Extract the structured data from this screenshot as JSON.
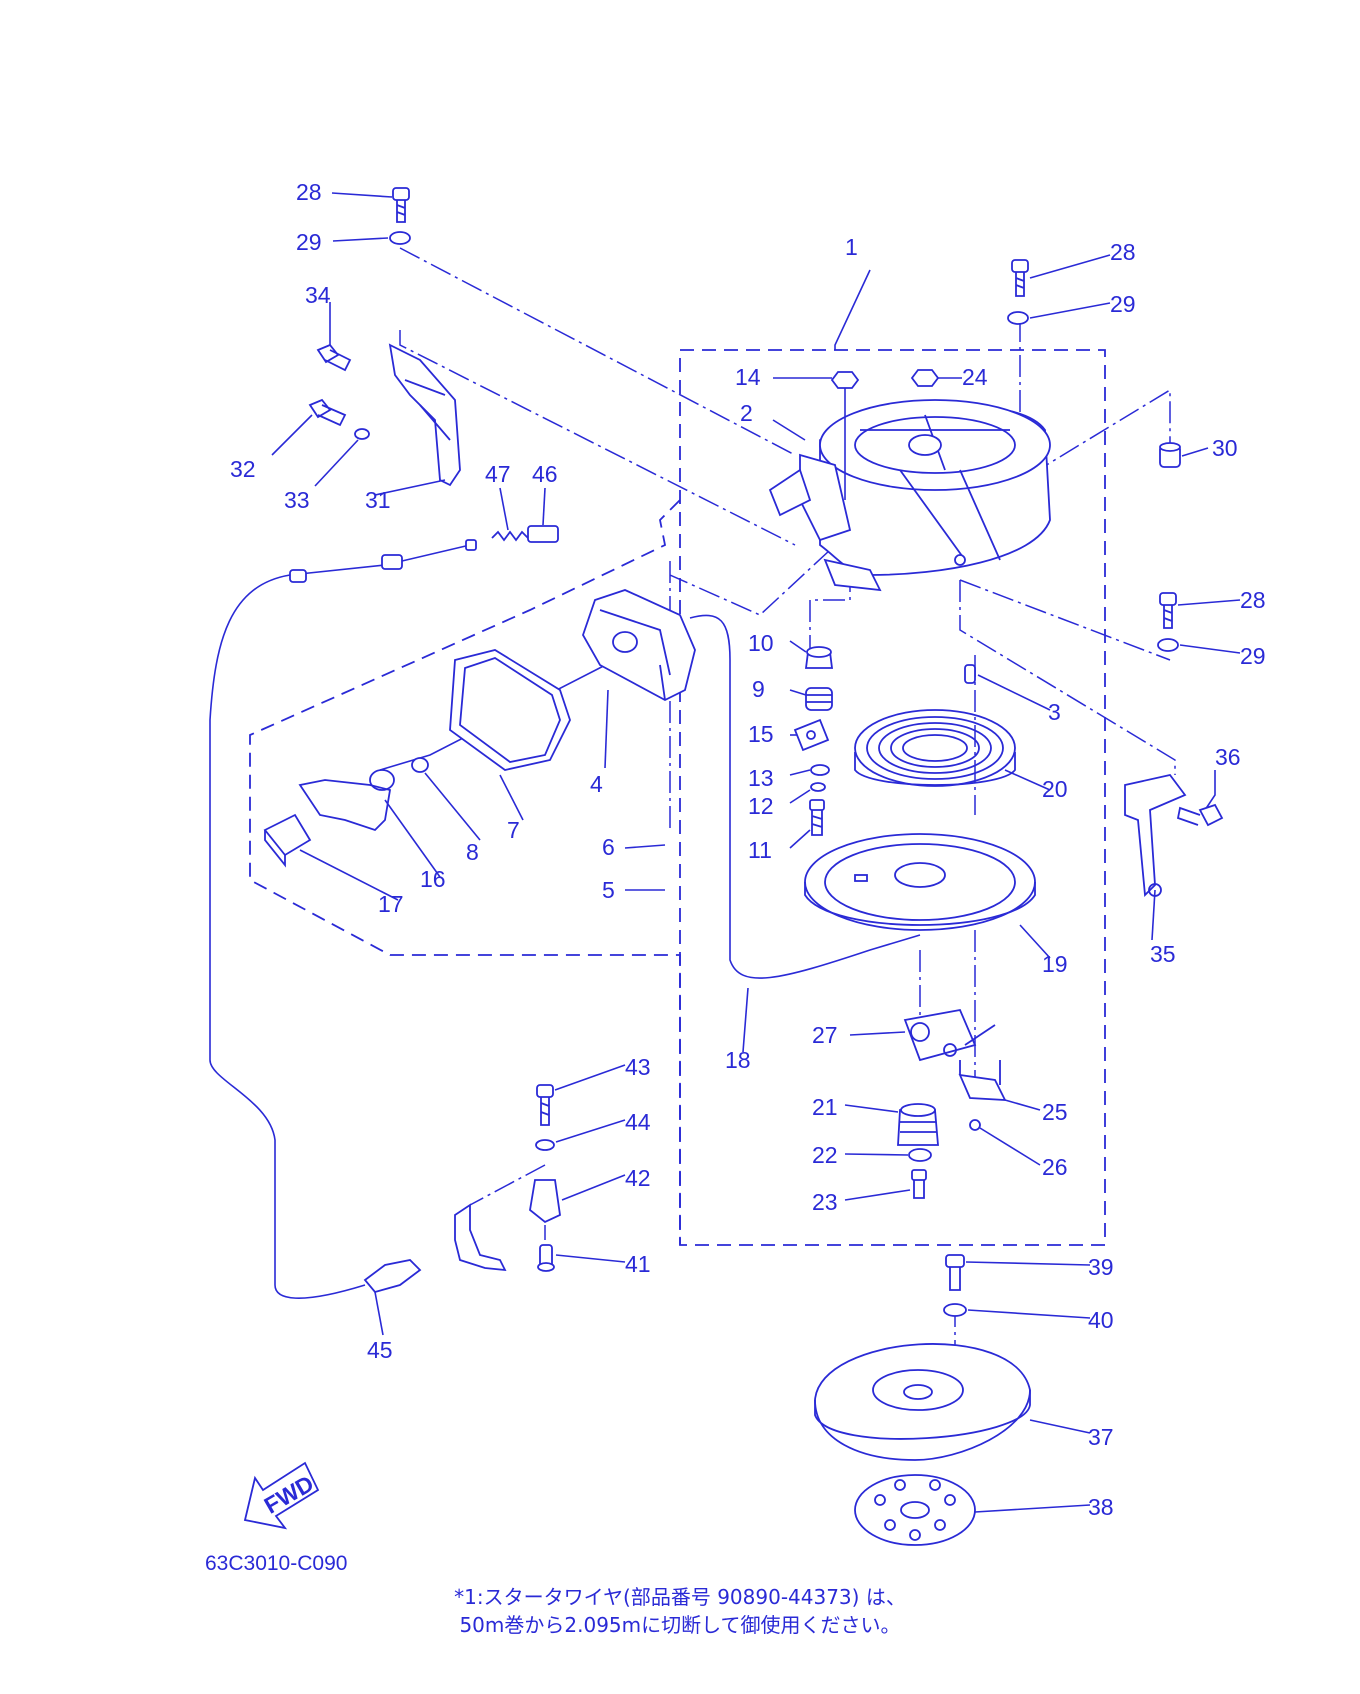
{
  "diagram_code": "63C3010-C090",
  "fwd_label": "FWD",
  "footnote_line1": "*1:スタータワイヤ(部品番号 90890-44373) は、",
  "footnote_line2": "50m巻から2.095mに切断して御使用ください。",
  "callouts": {
    "c1": "1",
    "c2": "2",
    "c3": "3",
    "c4": "4",
    "c5": "5",
    "c6": "6",
    "c7": "7",
    "c8": "8",
    "c9": "9",
    "c10": "10",
    "c11": "11",
    "c12": "12",
    "c13": "13",
    "c14": "14",
    "c15": "15",
    "c16": "16",
    "c17": "17",
    "c18": "18",
    "c19": "19",
    "c20": "20",
    "c21": "21",
    "c22": "22",
    "c23": "23",
    "c24": "24",
    "c25": "25",
    "c26": "26",
    "c27": "27",
    "c28a": "28",
    "c28b": "28",
    "c28c": "28",
    "c29a": "29",
    "c29b": "29",
    "c29c": "29",
    "c30": "30",
    "c31": "31",
    "c32": "32",
    "c33": "33",
    "c34": "34",
    "c35": "35",
    "c36": "36",
    "c37": "37",
    "c38": "38",
    "c39": "39",
    "c40": "40",
    "c41": "41",
    "c42": "42",
    "c43": "43",
    "c44": "44",
    "c45": "45",
    "c46": "46",
    "c47": "47"
  },
  "colors": {
    "line": "#2a2ad6",
    "background": "#ffffff"
  }
}
